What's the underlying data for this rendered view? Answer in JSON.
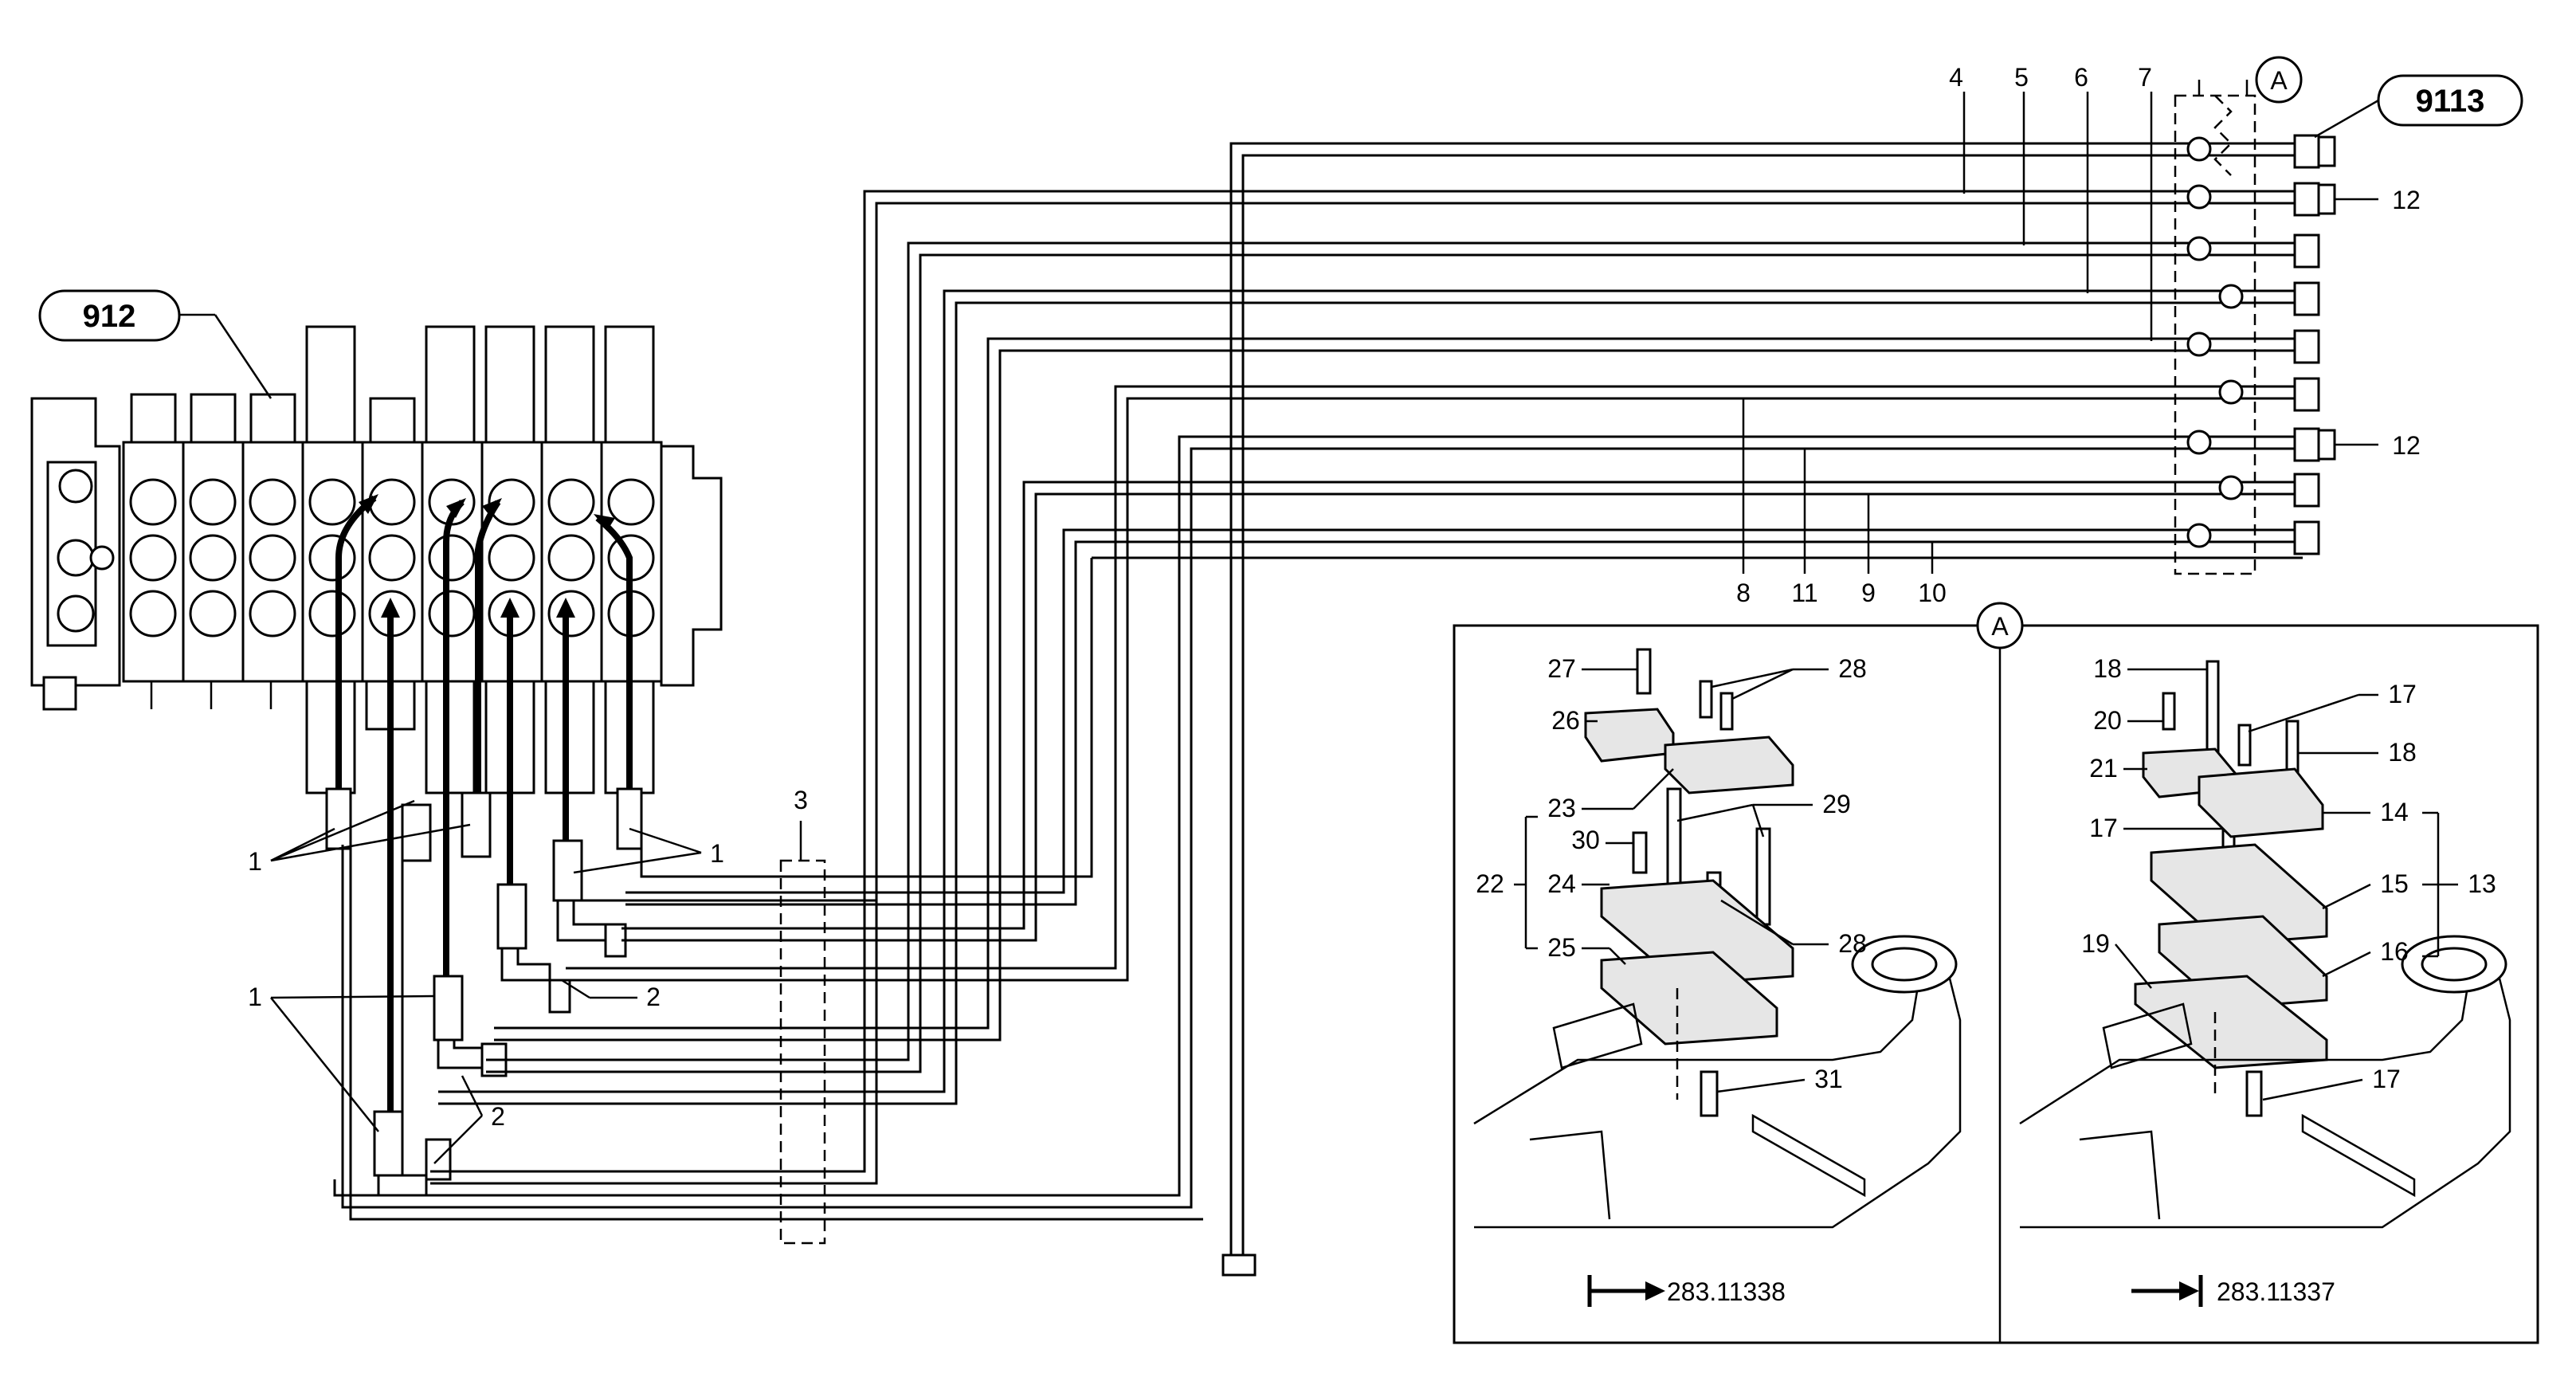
{
  "refs": {
    "group_912": "912",
    "group_9113": "9113",
    "view_marker": "A"
  },
  "callouts": {
    "c1": "1",
    "c2": "2",
    "c3": "3",
    "c4": "4",
    "c5": "5",
    "c6": "6",
    "c7": "7",
    "c8": "8",
    "c9": "9",
    "c10": "10",
    "c11": "11",
    "c12": "12",
    "c13": "13",
    "c14": "14",
    "c15": "15",
    "c16": "16",
    "c17": "17",
    "c18": "18",
    "c19": "19",
    "c20": "20",
    "c21": "21",
    "c22": "22",
    "c23": "23",
    "c24": "24",
    "c25": "25",
    "c26": "26",
    "c27": "27",
    "c28": "28",
    "c29": "29",
    "c30": "30",
    "c31": "31"
  },
  "crossrefs": {
    "left": "283.11338",
    "right": "283.11337"
  }
}
